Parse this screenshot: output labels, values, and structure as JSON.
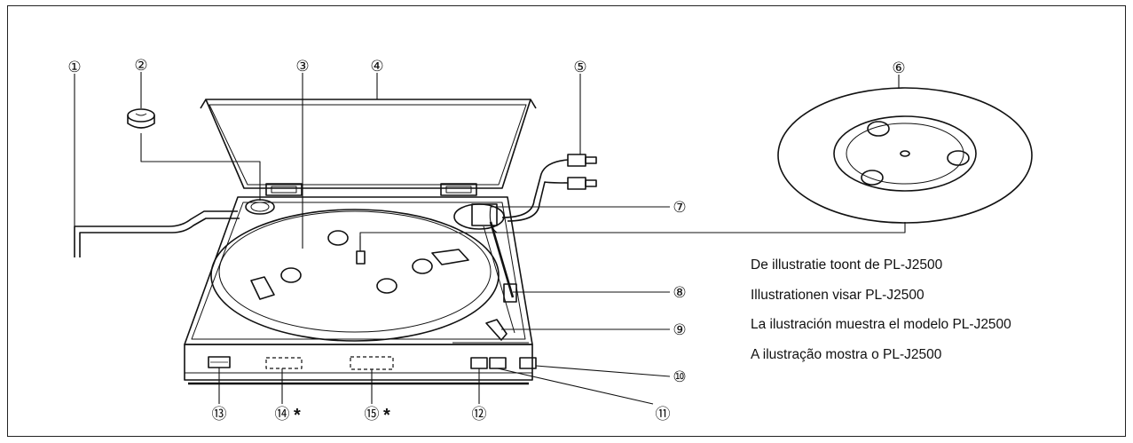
{
  "callouts": [
    {
      "label": "①"
    },
    {
      "label": "②"
    },
    {
      "label": "③"
    },
    {
      "label": "④"
    },
    {
      "label": "⑤"
    },
    {
      "label": "⑥"
    },
    {
      "label": "⑦"
    },
    {
      "label": "⑧"
    },
    {
      "label": "⑨"
    },
    {
      "label": "⑩"
    },
    {
      "label": "⑪"
    },
    {
      "label": "⑫"
    },
    {
      "label": "⑬"
    },
    {
      "label": "⑭"
    },
    {
      "label": "⑮"
    }
  ],
  "asterisk": "*",
  "captions": [
    "De illustratie toont de PL-J2500",
    "Illustrationen visar PL-J2500",
    "La ilustración muestra el modelo PL-J2500",
    "A ilustração mostra o PL-J2500"
  ]
}
